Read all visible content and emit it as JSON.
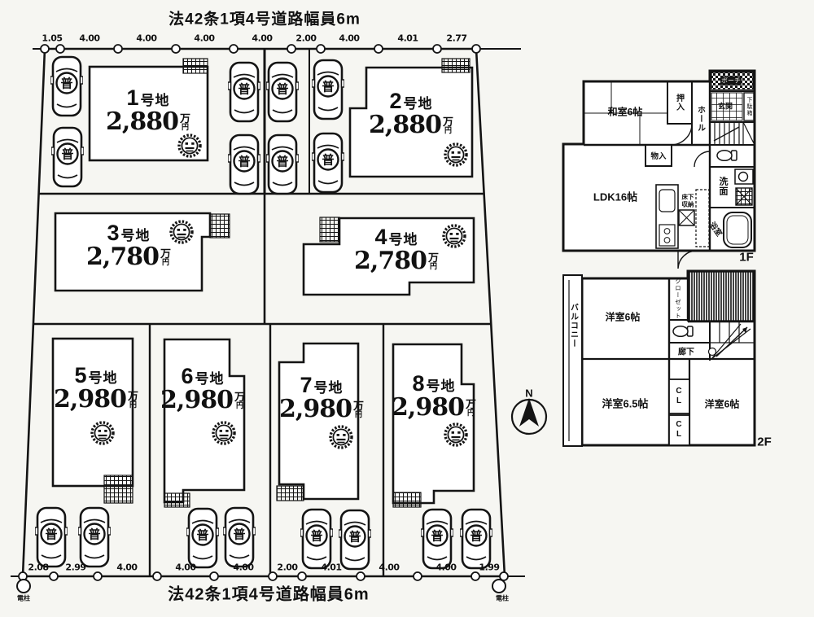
{
  "site": {
    "road_label_top": "法42条1項4号道路幅員6m",
    "road_label_bottom": "法42条1項4号道路幅員6m",
    "top_measurements": [
      "1.05",
      "4.00",
      "4.00",
      "4.00",
      "4.00",
      "2.00",
      "4.00",
      "4.01",
      "2.77"
    ],
    "bottom_measurements": [
      "2.08",
      "2.99",
      "4.00",
      "4.00",
      "4.00",
      "2.00",
      "4.01",
      "4.00",
      "4.00",
      "1.99"
    ],
    "car_badge": "普",
    "pole_label": "電柱",
    "compass_label": "N",
    "line_color": "#141414",
    "lots": [
      {
        "num": "1",
        "suffix": "号地",
        "price": "2,880",
        "unit_top": "万",
        "unit_bottom": "円"
      },
      {
        "num": "2",
        "suffix": "号地",
        "price": "2,880",
        "unit_top": "万",
        "unit_bottom": "円"
      },
      {
        "num": "3",
        "suffix": "号地",
        "price": "2,780",
        "unit_top": "万",
        "unit_bottom": "円"
      },
      {
        "num": "4",
        "suffix": "号地",
        "price": "2,780",
        "unit_top": "万",
        "unit_bottom": "円"
      },
      {
        "num": "5",
        "suffix": "号地",
        "price": "2,980",
        "unit_top": "万",
        "unit_bottom": "円"
      },
      {
        "num": "6",
        "suffix": "号地",
        "price": "2,980",
        "unit_top": "万",
        "unit_bottom": "円"
      },
      {
        "num": "7",
        "suffix": "号地",
        "price": "2,980",
        "unit_top": "万",
        "unit_bottom": "円"
      },
      {
        "num": "8",
        "suffix": "号地",
        "price": "2,980",
        "unit_top": "万",
        "unit_bottom": "円"
      }
    ]
  },
  "floorplan_1f": {
    "label": "1F",
    "washitsu": "和室6帖",
    "oshiire": "押入",
    "hall": "ホール",
    "porch": "ポーチ",
    "genkan": "玄関",
    "getabako": "下駄箱",
    "monoire": "物入",
    "ldk": "LDK16帖",
    "yukashita_line1": "床下",
    "yukashita_line2": "収納",
    "senmen": "洗面",
    "yokushitsu": "浴室"
  },
  "floorplan_2f": {
    "label": "2F",
    "balcony": "バルコニー",
    "closet": "クローゼット",
    "room_top": "洋室6帖",
    "corridor": "廊下",
    "room_left": "洋室6.5帖",
    "room_right": "洋室6帖",
    "cl": "CL"
  }
}
